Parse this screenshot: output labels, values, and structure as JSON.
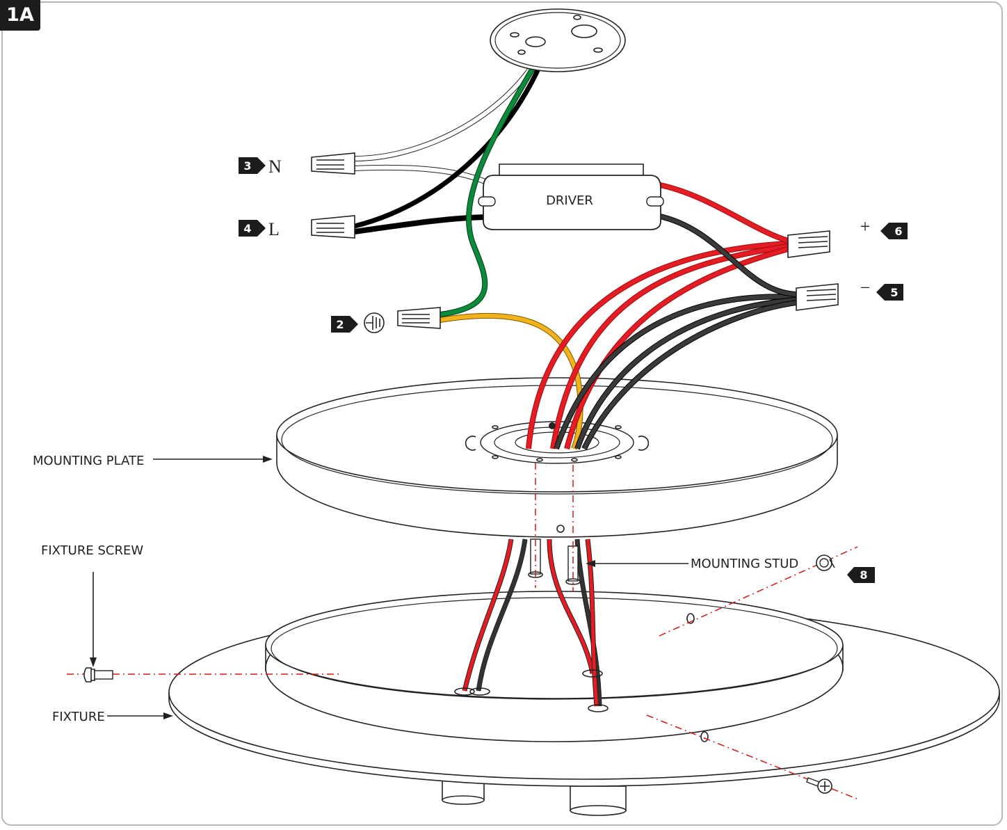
{
  "figure_label": "1A",
  "labels": {
    "driver": "DRIVER",
    "mounting_plate": "MOUNTING PLATE",
    "mounting_stud": "MOUNTING STUD",
    "fixture_screw": "FIXTURE SCREW",
    "fixture": "FIXTURE"
  },
  "terminals": {
    "neutral": {
      "step": "3",
      "symbol": "N"
    },
    "line": {
      "step": "4",
      "symbol": "L"
    },
    "ground": {
      "step": "2"
    },
    "positive": {
      "step": "6",
      "symbol": "+"
    },
    "negative": {
      "step": "5",
      "symbol": "−"
    }
  },
  "stud_step": "8",
  "colors": {
    "wire_red": "#e51c23",
    "wire_black": "#222222",
    "wire_green": "#0a8a3a",
    "wire_yellow": "#f2b21b",
    "wire_white": "#ffffff",
    "dash_red": "#d01818",
    "badge": "#1c1c1c",
    "frame": "#b8b8b8"
  }
}
